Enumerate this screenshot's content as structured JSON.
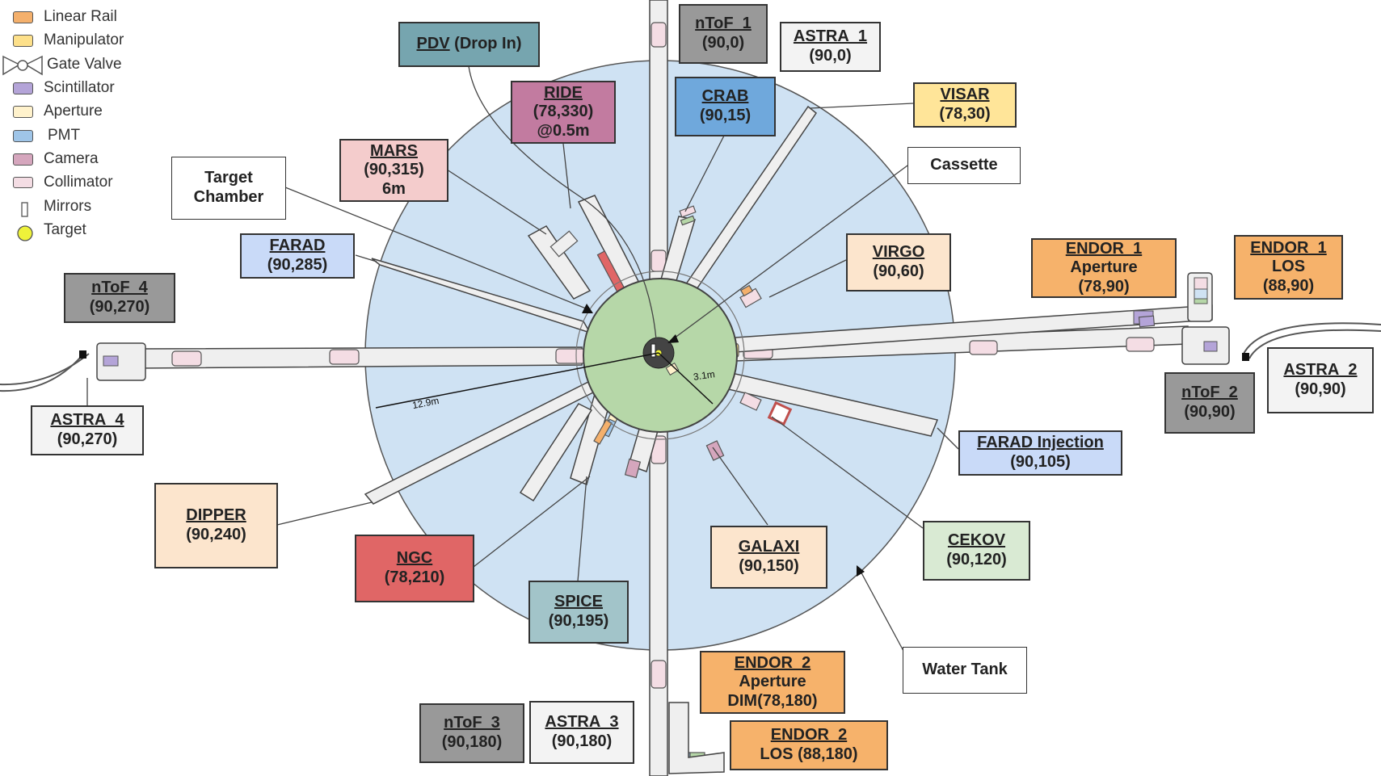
{
  "legend": [
    {
      "label": "Linear Rail",
      "swatch": "#f4b06c",
      "icon": "linear-rail-swatch"
    },
    {
      "label": "Manipulator",
      "swatch": "#fde08a",
      "icon": "manipulator-swatch"
    },
    {
      "label": "Gate Valve",
      "swatch": "#ffffff",
      "icon": "gate-valve-icon"
    },
    {
      "label": "Scintillator",
      "swatch": "#b4a4d8",
      "icon": "scintillator-swatch"
    },
    {
      "label": "Aperture",
      "swatch": "#fff2cc",
      "icon": "aperture-swatch"
    },
    {
      "label": "PMT",
      "swatch": "#9fc5e8",
      "icon": "pmt-swatch"
    },
    {
      "label": "Camera",
      "swatch": "#d5a6bd",
      "icon": "camera-swatch"
    },
    {
      "label": "Collimator",
      "swatch": "#f4dde4",
      "icon": "collimator-swatch"
    },
    {
      "label": "Mirrors",
      "swatch": "#ffffff",
      "icon": "mirror-icon"
    },
    {
      "label": "Target",
      "swatch": "#eef23a",
      "icon": "target-icon"
    }
  ],
  "labels": [
    {
      "id": "pdv",
      "name": "PDV",
      "extra": "(Drop In)",
      "fill": "#76a5af"
    },
    {
      "id": "ntof1",
      "name": "nToF_1",
      "sub": "(90,0)",
      "fill": "#999999"
    },
    {
      "id": "astra1",
      "name": "ASTRA_1",
      "sub": "(90,0)",
      "fill": "#f3f3f3"
    },
    {
      "id": "ride",
      "name": "RIDE",
      "sub": "(78,330)",
      "sub2": "@0.5m",
      "fill": "#c27ba0"
    },
    {
      "id": "crab",
      "name": "CRAB",
      "sub": "(90,15)",
      "fill": "#6fa8dc"
    },
    {
      "id": "visar",
      "name": "VISAR",
      "sub": "(78,30)",
      "fill": "#ffe599"
    },
    {
      "id": "mars",
      "name": "MARS",
      "sub": "(90,315)",
      "sub2": "6m",
      "fill": "#f4cccc"
    },
    {
      "id": "targetchamber",
      "name": "Target",
      "sub": "Chamber",
      "fill": "#ffffff",
      "plain": true
    },
    {
      "id": "cassette",
      "name": "Cassette",
      "fill": "#ffffff",
      "plain": true
    },
    {
      "id": "farad",
      "name": "FARAD",
      "sub": "(90,285)",
      "fill": "#c9daf8"
    },
    {
      "id": "virgo",
      "name": "VIRGO",
      "sub": "(90,60)",
      "fill": "#fce5cd"
    },
    {
      "id": "endor1ap",
      "name": "ENDOR_1",
      "sub": "Aperture",
      "sub2": "(78,90)",
      "fill": "#f6b26b"
    },
    {
      "id": "endor1los",
      "name": "ENDOR_1",
      "sub": "LOS",
      "sub2": "(88,90)",
      "fill": "#f6b26b"
    },
    {
      "id": "ntof4",
      "name": "nToF_4",
      "sub": "(90,270)",
      "fill": "#999999"
    },
    {
      "id": "astra2",
      "name": "ASTRA_2",
      "sub": "(90,90)",
      "fill": "#f3f3f3"
    },
    {
      "id": "ntof2",
      "name": "nToF_2",
      "sub": "(90,90)",
      "fill": "#999999"
    },
    {
      "id": "astra4",
      "name": "ASTRA_4",
      "sub": "(90,270)",
      "fill": "#f3f3f3"
    },
    {
      "id": "faradinj",
      "name": "FARAD Injection",
      "sub": "(90,105)",
      "fill": "#c9daf8"
    },
    {
      "id": "dipper",
      "name": "DIPPER",
      "sub": "(90,240)",
      "fill": "#fce5cd"
    },
    {
      "id": "cekov",
      "name": "CEKOV",
      "sub": "(90,120)",
      "fill": "#d9ead3"
    },
    {
      "id": "ngc",
      "name": "NGC",
      "sub": "(78,210)",
      "fill": "#e06666"
    },
    {
      "id": "galaxi",
      "name": "GALAXI",
      "sub": "(90,150)",
      "fill": "#fce5cd"
    },
    {
      "id": "spice",
      "name": "SPICE",
      "sub": "(90,195)",
      "fill": "#a2c4c9"
    },
    {
      "id": "watertank",
      "name": "Water Tank",
      "fill": "#ffffff",
      "plain": true
    },
    {
      "id": "endor2ap",
      "name": "ENDOR_2",
      "sub": "Aperture",
      "sub2": "DIM(78,180)",
      "fill": "#f6b26b"
    },
    {
      "id": "ntof3",
      "name": "nToF_3",
      "sub": "(90,180)",
      "fill": "#999999"
    },
    {
      "id": "astra3",
      "name": "ASTRA_3",
      "sub": "(90,180)",
      "fill": "#f3f3f3"
    },
    {
      "id": "endor2los",
      "name": "ENDOR_2",
      "sub": "LOS (88,180)",
      "fill": "#f6b26b"
    }
  ],
  "dimensions": {
    "tank_radius": "12.9m",
    "chamber_radius": "3.1m"
  },
  "colors": {
    "water_tank": "#cfe2f3",
    "chamber": "#b6d7a8",
    "arm_fill": "#efefef",
    "outline": "#444444",
    "target": "#eef23a"
  }
}
